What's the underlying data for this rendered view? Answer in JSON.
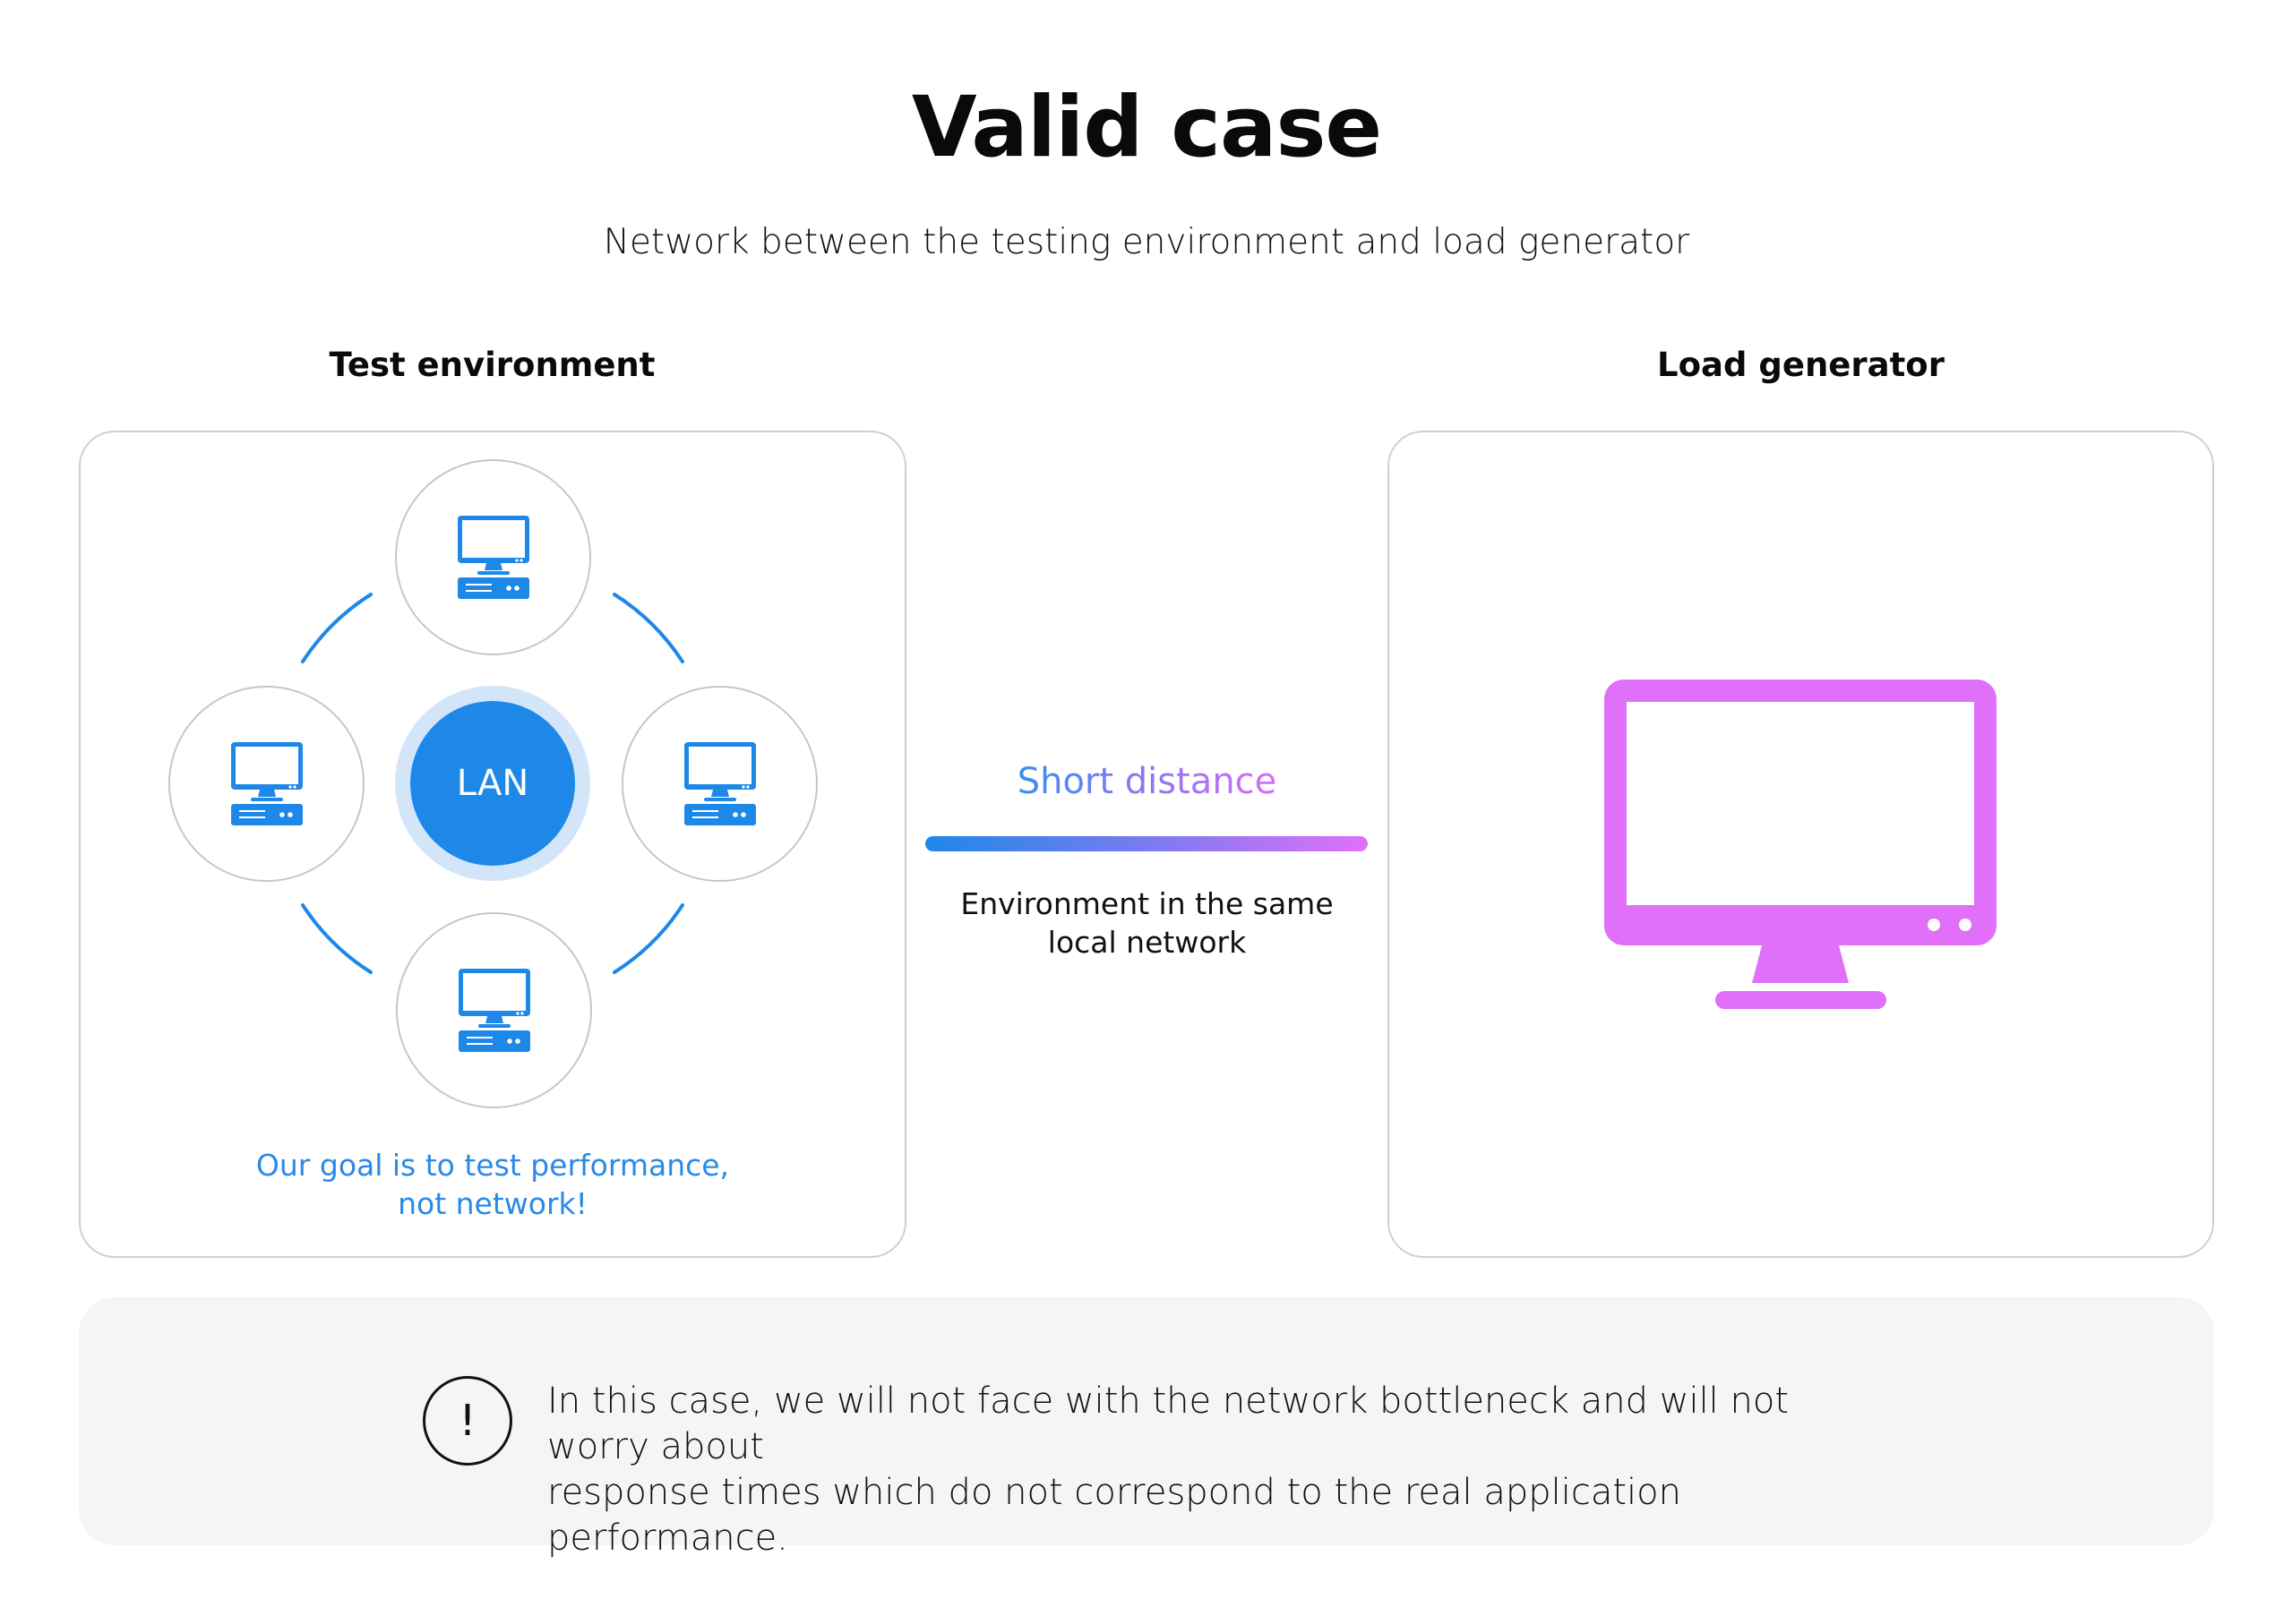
{
  "header": {
    "title": "Valid case",
    "subtitle": "Network between the testing environment and load generator"
  },
  "test_environment": {
    "heading": "Test environment",
    "hub_label": "LAN",
    "nodes": [
      {
        "position": "top",
        "icon": "desktop-computer-icon"
      },
      {
        "position": "left",
        "icon": "desktop-computer-icon"
      },
      {
        "position": "right",
        "icon": "desktop-computer-icon"
      },
      {
        "position": "bottom",
        "icon": "desktop-computer-icon"
      }
    ],
    "goal_line1": "Our goal is to test performance,",
    "goal_line2": "not network!"
  },
  "connection": {
    "label": "Short distance",
    "description_line1": "Environment in the same",
    "description_line2": "local network"
  },
  "load_generator": {
    "heading": "Load generator",
    "icon": "monitor-icon"
  },
  "note": {
    "icon": "exclamation-circle-icon",
    "icon_glyph": "!",
    "line1": "In this case, we will not face with the network bottleneck and will not worry about",
    "line2": "response times which do not correspond to the real application performance."
  },
  "colors": {
    "lan_blue": "#1e88e8",
    "lan_halo": "#d3e6f9",
    "load_generator_magenta": "#e070fa",
    "goal_text_blue": "#2a8ae6",
    "note_background": "#f5f5f5",
    "panel_border": "#cfcfcf"
  }
}
